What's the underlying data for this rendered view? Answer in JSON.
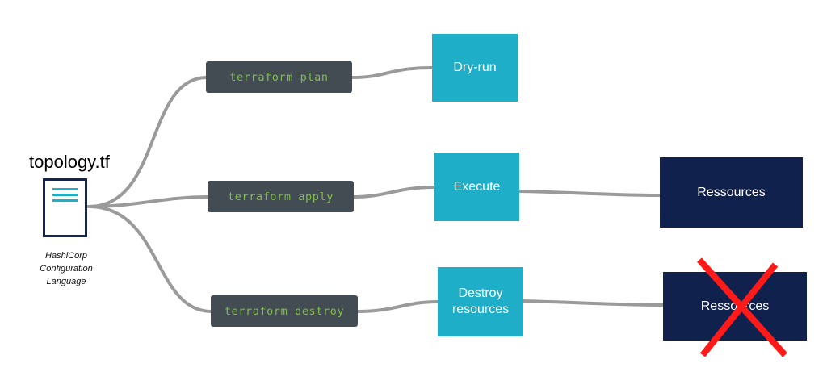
{
  "file": {
    "name": "topology.tf",
    "caption_lines": [
      "HashiCorp",
      "Configuration",
      "Language"
    ]
  },
  "commands": {
    "plan": "terraform plan",
    "apply": "terraform apply",
    "destroy": "terraform destroy"
  },
  "outcomes": {
    "plan": "Dry-run",
    "apply": "Execute",
    "destroy_lines": [
      "Destroy",
      "resources"
    ]
  },
  "resources": {
    "created": "Ressources",
    "destroyed": "Ressources"
  },
  "colors": {
    "command_bg": "#434b53",
    "command_text": "#7fbe4a",
    "action_box": "#1eaec8",
    "resource_box": "#11214e",
    "connector": "#9a9a9a",
    "cross": "#ff1a1a"
  },
  "icons": {
    "file": "document-icon",
    "destroyed_marker": "red-cross-icon"
  }
}
